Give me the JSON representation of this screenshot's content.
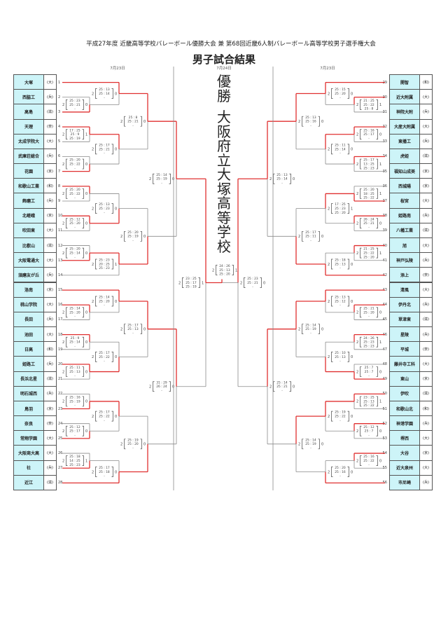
{
  "header": {
    "title": "平成27年度 近畿高等学校バレーボール優勝大会 兼 第68回近畿6人制バレーボール高等学校男子選手権大会",
    "subtitle": "男子試合結果",
    "dates": [
      "7月23日",
      "7月24日",
      "7月23日"
    ]
  },
  "champion": {
    "label_chars": [
      "優",
      "勝"
    ],
    "name_chars": [
      "大",
      "阪",
      "府",
      "立",
      "大",
      "塚",
      "高",
      "等",
      "学",
      "校"
    ]
  },
  "colors": {
    "winner_line": "#e03030",
    "loser_line": "#8a8a8a",
    "team_cell": "#cdf4f8"
  },
  "left_teams": [
    {
      "no": "1",
      "name": "大塚",
      "pref": "(大)"
    },
    {
      "no": "2",
      "name": "西脇工",
      "pref": "(兵)"
    },
    {
      "no": "3",
      "name": "高島",
      "pref": "(滋)"
    },
    {
      "no": "4",
      "name": "天理",
      "pref": "(奈)"
    },
    {
      "no": "5",
      "name": "太成学院大",
      "pref": "(大)"
    },
    {
      "no": "6",
      "name": "武庫荘総合",
      "pref": "(兵)"
    },
    {
      "no": "7",
      "name": "花園",
      "pref": "(京)"
    },
    {
      "no": "8",
      "name": "和歌山工業",
      "pref": "(和)"
    },
    {
      "no": "9",
      "name": "飾磨工",
      "pref": "(兵)"
    },
    {
      "no": "10",
      "name": "北嵯峨",
      "pref": "(京)"
    },
    {
      "no": "11",
      "name": "吹田東",
      "pref": "(大)"
    },
    {
      "no": "12",
      "name": "比叡山",
      "pref": "(滋)"
    },
    {
      "no": "13",
      "name": "大阪電通大",
      "pref": "(大)"
    },
    {
      "no": "14",
      "name": "須磨友が丘",
      "pref": "(兵)"
    },
    {
      "no": "15",
      "name": "洛南",
      "pref": "(京)"
    },
    {
      "no": "16",
      "name": "桃山学院",
      "pref": "(大)"
    },
    {
      "no": "17",
      "name": "長田",
      "pref": "(兵)"
    },
    {
      "no": "18",
      "name": "池田",
      "pref": "(大)"
    },
    {
      "no": "19",
      "name": "日高",
      "pref": "(和)"
    },
    {
      "no": "20",
      "name": "姫路工",
      "pref": "(兵)"
    },
    {
      "no": "21",
      "name": "長浜北星",
      "pref": "(滋)"
    },
    {
      "no": "22",
      "name": "明石城西",
      "pref": "(兵)"
    },
    {
      "no": "23",
      "name": "鳥羽",
      "pref": "(京)"
    },
    {
      "no": "24",
      "name": "奈良",
      "pref": "(奈)"
    },
    {
      "no": "25",
      "name": "常翔学園",
      "pref": "(大)"
    },
    {
      "no": "26",
      "name": "大阪商大高",
      "pref": "(大)"
    },
    {
      "no": "27",
      "name": "社",
      "pref": "(兵)"
    },
    {
      "no": "28",
      "name": "近江",
      "pref": "(滋)"
    }
  ],
  "right_teams": [
    {
      "no": "29",
      "name": "開智",
      "pref": "(和)"
    },
    {
      "no": "30",
      "name": "近大附属",
      "pref": "(大)"
    },
    {
      "no": "31",
      "name": "神院大附",
      "pref": "(兵)"
    },
    {
      "no": "32",
      "name": "大産大附属",
      "pref": "(大)"
    },
    {
      "no": "33",
      "name": "東播工",
      "pref": "(兵)"
    },
    {
      "no": "34",
      "name": "虎姫",
      "pref": "(滋)"
    },
    {
      "no": "35",
      "name": "福知山成美",
      "pref": "(京)"
    },
    {
      "no": "36",
      "name": "西城陽",
      "pref": "(京)"
    },
    {
      "no": "37",
      "name": "桜宮",
      "pref": "(大)"
    },
    {
      "no": "38",
      "name": "姫路南",
      "pref": "(兵)"
    },
    {
      "no": "39",
      "name": "八幡工業",
      "pref": "(滋)"
    },
    {
      "no": "40",
      "name": "旭",
      "pref": "(大)"
    },
    {
      "no": "41",
      "name": "神戸弘陵",
      "pref": "(兵)"
    },
    {
      "no": "42",
      "name": "添上",
      "pref": "(奈)"
    },
    {
      "no": "43",
      "name": "清風",
      "pref": "(大)"
    },
    {
      "no": "44",
      "name": "伊丹北",
      "pref": "(兵)"
    },
    {
      "no": "45",
      "name": "草津東",
      "pref": "(滋)"
    },
    {
      "no": "46",
      "name": "星陵",
      "pref": "(兵)"
    },
    {
      "no": "47",
      "name": "平城",
      "pref": "(奈)"
    },
    {
      "no": "48",
      "name": "藤井寺工科",
      "pref": "(大)"
    },
    {
      "no": "49",
      "name": "東山",
      "pref": "(京)"
    },
    {
      "no": "50",
      "name": "伊吹",
      "pref": "(滋)"
    },
    {
      "no": "51",
      "name": "和歌山北",
      "pref": "(和)"
    },
    {
      "no": "52",
      "name": "神港学園",
      "pref": "(兵)"
    },
    {
      "no": "53",
      "name": "堺西",
      "pref": "(大)"
    },
    {
      "no": "54",
      "name": "大谷",
      "pref": "(京)"
    },
    {
      "no": "55",
      "name": "近大泉州",
      "pref": "(大)"
    },
    {
      "no": "56",
      "name": "市尼崎",
      "pref": "(兵)"
    }
  ],
  "matches": {
    "g1-R1a": {
      "w": "b",
      "score": [
        "2",
        "0"
      ],
      "sets": [
        "25 : 23",
        "25 : 21",
        "-"
      ]
    },
    "g1-R2a": {
      "w": "a",
      "score": [
        "2",
        "0"
      ],
      "sets": [
        "25 : 13",
        "25 : 14",
        "-"
      ]
    },
    "g1-R1b": {
      "w": "a",
      "score": [
        "2",
        "1"
      ],
      "sets": [
        "17 : 25",
        "25 : 9",
        "25 : 19"
      ]
    },
    "g1-R1c": {
      "w": "b",
      "score": [
        "2",
        "0"
      ],
      "sets": [
        "25 : 20",
        "25 : 22",
        "-"
      ]
    },
    "g1-R2b": {
      "w": "a",
      "score": [
        "2",
        "0"
      ],
      "sets": [
        "25 : 17",
        "25 : 21",
        "-"
      ]
    },
    "g1-R3": {
      "w": "a",
      "score": [
        "2",
        "0"
      ],
      "sets": [
        "25 : 8",
        "25 : 21",
        "-"
      ]
    },
    "g2-R1a": {
      "w": "a",
      "score": [
        "2",
        "0"
      ],
      "sets": [
        "25 : 20",
        "25 : 22",
        "-"
      ]
    },
    "g2-R1b": {
      "w": "a",
      "score": [
        "2",
        "0"
      ],
      "sets": [
        "25 : 12",
        "25 : 20",
        "-"
      ]
    },
    "g2-R2a": {
      "w": "b",
      "score": [
        "2",
        "0"
      ],
      "sets": [
        "25 : 13",
        "25 : 23",
        "-"
      ]
    },
    "g2-R1c": {
      "w": "b",
      "score": [
        "2",
        "0"
      ],
      "sets": [
        "25 : 20",
        "25 : 14",
        "-"
      ]
    },
    "g2-R2b": {
      "w": "a",
      "score": [
        "2",
        "1"
      ],
      "sets": [
        "25 : 23",
        "20 : 25",
        "25 : 23"
      ]
    },
    "g2-R3": {
      "w": "b",
      "score": [
        "2",
        "0"
      ],
      "sets": [
        "25 : 20",
        "25 : 19",
        "-"
      ]
    },
    "L-R4a": {
      "w": "a",
      "score": [
        "2",
        "0"
      ],
      "sets": [
        "25 : 14",
        "25 : 19",
        "-"
      ]
    },
    "g3-R1a": {
      "w": "a",
      "score": [
        "2",
        "0"
      ],
      "sets": [
        "25 : 14",
        "25 : 20",
        "-"
      ]
    },
    "g3-R2a": {
      "w": "a",
      "score": [
        "2",
        "0"
      ],
      "sets": [
        "25 : 14",
        "25 : 20",
        "-"
      ]
    },
    "g3-R1b": {
      "w": "a",
      "score": [
        "2",
        "0"
      ],
      "sets": [
        "25 : 9",
        "25 : 14",
        "-"
      ]
    },
    "g3-R1c": {
      "w": "a",
      "score": [
        "2",
        "0"
      ],
      "sets": [
        "25 : 11",
        "25 : 13",
        "-"
      ]
    },
    "g3-R2b": {
      "w": "b",
      "score": [
        "2",
        "0"
      ],
      "sets": [
        "25 : 17",
        "25 : 22",
        "-"
      ]
    },
    "g3-R3": {
      "w": "a",
      "score": [
        "2",
        "0"
      ],
      "sets": [
        "25 : 17",
        "25 : 13",
        "-"
      ]
    },
    "g4-R1a": {
      "w": "b",
      "score": [
        "2",
        "0"
      ],
      "sets": [
        "25 : 16",
        "25 : 19",
        "-"
      ]
    },
    "g4-R1b": {
      "w": "b",
      "score": [
        "2",
        "0"
      ],
      "sets": [
        "25 : 12",
        "25 : 17",
        "-"
      ]
    },
    "g4-R2a": {
      "w": "a",
      "score": [
        "2",
        "0"
      ],
      "sets": [
        "25 : 17",
        "25 : 22",
        "-"
      ]
    },
    "g4-R1c": {
      "w": "b",
      "score": [
        "2",
        "1"
      ],
      "sets": [
        "25 : 18",
        "14 : 25",
        "25 : 23"
      ]
    },
    "g4-R2b": {
      "w": "b",
      "score": [
        "2",
        "0"
      ],
      "sets": [
        "25 : 17",
        "25 : 18",
        "-"
      ]
    },
    "g4-R3": {
      "w": "b",
      "score": [
        "2",
        "0"
      ],
      "sets": [
        "25 : 19",
        "25 : 20",
        "-"
      ]
    },
    "L-R4b": {
      "w": "a",
      "score": [
        "2",
        "0"
      ],
      "sets": [
        "31 : 29",
        "26 : 24",
        "-"
      ]
    },
    "L-SF": {
      "w": "a",
      "score": [
        "2",
        "1"
      ],
      "sets": [
        "23 : 25",
        "25 : 17",
        "25 : 19"
      ]
    },
    "g5-R1a": {
      "w": "a",
      "score": [
        "2",
        "1"
      ],
      "sets": [
        "21 : 25",
        "25 : 22",
        "25 : 8"
      ]
    },
    "g5-R2a": {
      "w": "a",
      "score": [
        "2",
        "0"
      ],
      "sets": [
        "25 : 15",
        "25 : 20",
        "-"
      ]
    },
    "g5-R1b": {
      "w": "a",
      "score": [
        "2",
        "0"
      ],
      "sets": [
        "25 : 16",
        "25 : 17",
        "-"
      ]
    },
    "g5-R1c": {
      "w": "a",
      "score": [
        "2",
        "1"
      ],
      "sets": [
        "25 : 17",
        "13 : 25",
        "25 : 23"
      ]
    },
    "g5-R2b": {
      "w": "a",
      "score": [
        "2",
        "0"
      ],
      "sets": [
        "25 : 11",
        "25 : 14",
        "-"
      ]
    },
    "g5-R3": {
      "w": "a",
      "score": [
        "2",
        "0"
      ],
      "sets": [
        "25 : 13",
        "25 : 16",
        "-"
      ]
    },
    "g6-R1a": {
      "w": "b",
      "score": [
        "2",
        "1"
      ],
      "sets": [
        "25 : 20",
        "18 : 25",
        "25 : 22"
      ]
    },
    "g6-R1b": {
      "w": "a",
      "score": [
        "2",
        "0"
      ],
      "sets": [
        "26 : 24",
        "25 : 21",
        "-"
      ]
    },
    "g6-R2a": {
      "w": "a",
      "score": [
        "2",
        "1"
      ],
      "sets": [
        "17 : 25",
        "25 : 23",
        "25 : 20"
      ]
    },
    "g6-R1c": {
      "w": "a",
      "score": [
        "2",
        "1"
      ],
      "sets": [
        "21 : 25",
        "25 : 22",
        "25 : 20"
      ]
    },
    "g6-R2b": {
      "w": "b",
      "score": [
        "2",
        "0"
      ],
      "sets": [
        "25 : 18",
        "25 : 13",
        "-"
      ]
    },
    "g6-R3": {
      "w": "b",
      "score": [
        "2",
        "0"
      ],
      "sets": [
        "25 : 17",
        "25 : 11",
        "-"
      ]
    },
    "R-R4a": {
      "w": "a",
      "score": [
        "2",
        "0"
      ],
      "sets": [
        "25 : 13",
        "25 : 14",
        "-"
      ]
    },
    "g7-R1a": {
      "w": "a",
      "score": [
        "2",
        "0"
      ],
      "sets": [
        "25 : 21",
        "25 : 20",
        "-"
      ]
    },
    "g7-R2a": {
      "w": "a",
      "score": [
        "2",
        "0"
      ],
      "sets": [
        "25 : 13",
        "25 : 12",
        "-"
      ]
    },
    "g7-R1b": {
      "w": "a",
      "score": [
        "2",
        "1"
      ],
      "sets": [
        "24 : 26",
        "25 : 23",
        "25 : 23"
      ]
    },
    "g7-R1c": {
      "w": "b",
      "score": [
        "2",
        "0"
      ],
      "sets": [
        "25 : 7",
        "25 : 7",
        "-"
      ]
    },
    "g7-R2b": {
      "w": "b",
      "score": [
        "2",
        "0"
      ],
      "sets": [
        "25 : 10",
        "25 : 13",
        "-"
      ]
    },
    "g7-R3": {
      "w": "a",
      "score": [
        "2",
        "0"
      ],
      "sets": [
        "25 : 14",
        "25 : 19",
        "-"
      ]
    },
    "g8-R1a": {
      "w": "a",
      "score": [
        "2",
        "1"
      ],
      "sets": [
        "23 : 25",
        "25 : 13",
        "25 : 22"
      ]
    },
    "g8-R1b": {
      "w": "a",
      "score": [
        "2",
        "0"
      ],
      "sets": [
        "25 : 12",
        "25 : 7",
        "-"
      ]
    },
    "g8-R2a": {
      "w": "a",
      "score": [
        "2",
        "0"
      ],
      "sets": [
        "25 : 19",
        "25 : 22",
        "-"
      ]
    },
    "g8-R1c": {
      "w": "a",
      "score": [
        "2",
        "0"
      ],
      "sets": [
        "25 : 16",
        "25 : 22",
        "-"
      ]
    },
    "g8-R2b": {
      "w": "b",
      "score": [
        "2",
        "0"
      ],
      "sets": [
        "25 : 20",
        "25 : 16",
        "-"
      ]
    },
    "g8-R3": {
      "w": "a",
      "score": [
        "2",
        "0"
      ],
      "sets": [
        "25 : 14",
        "25 : 19",
        "-"
      ]
    },
    "R-R4b": {
      "w": "a",
      "score": [
        "2",
        "0"
      ],
      "sets": [
        "25 : 14",
        "25 : 21",
        "-"
      ]
    },
    "R-SF": {
      "w": "a",
      "score": [
        "2",
        "0"
      ],
      "sets": [
        "25 : 23",
        "25 : 21",
        "-"
      ]
    },
    "final": {
      "w": "a",
      "score": [
        "2",
        "1"
      ],
      "sets": [
        "24 : 26",
        "25 : 13",
        "25 : 20"
      ]
    }
  }
}
